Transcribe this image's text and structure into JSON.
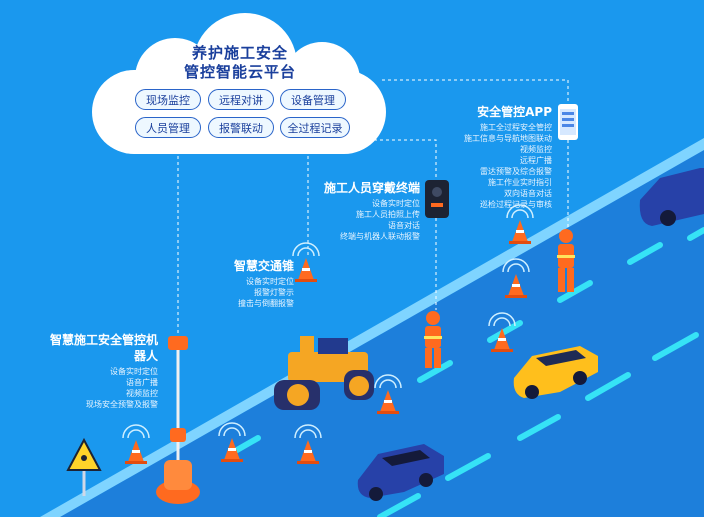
{
  "cloud": {
    "title_line1": "养护施工安全",
    "title_line2": "管控智能云平台",
    "modules": [
      "现场监控",
      "远程对讲",
      "设备管理",
      "人员管理",
      "报警联动",
      "全过程记录"
    ]
  },
  "app": {
    "title": "安全管控APP",
    "items": [
      "施工全过程安全管控",
      "施工信息与导航地图联动",
      "视频监控",
      "远程广播",
      "雷达预警及综合报警",
      "施工作业实时指引",
      "双向语音对话",
      "巡检过程记录与审核"
    ]
  },
  "wearable": {
    "title": "施工人员穿戴终端",
    "items": [
      "设备实时定位",
      "施工人员拍照上传",
      "语音对话",
      "终端与机器人联动报警"
    ]
  },
  "cone": {
    "title": "智慧交通锥",
    "items": [
      "设备实时定位",
      "报警灯警示",
      "撞击与倒翻报警"
    ]
  },
  "robot": {
    "title": "智慧施工安全管控机器人",
    "items": [
      "设备实时定位",
      "语音广播",
      "视频监控",
      "现场安全预警及报警"
    ]
  },
  "colors": {
    "background": "#1a98ee",
    "road": "#1d7fdb",
    "road_line": "#36e3f6",
    "cloud": "#ffffff",
    "cone": "#ff6a1f",
    "car_blue": "#2741a8",
    "car_yellow": "#ffbf1c",
    "roller": "#f5a623"
  },
  "icons": [
    "cloud-icon",
    "phone-icon",
    "wearable-terminal-icon",
    "traffic-cone-icon",
    "signal-wave-icon",
    "robot-icon",
    "road-roller-icon",
    "worker-icon",
    "car-icon",
    "roadwork-sign-icon"
  ]
}
